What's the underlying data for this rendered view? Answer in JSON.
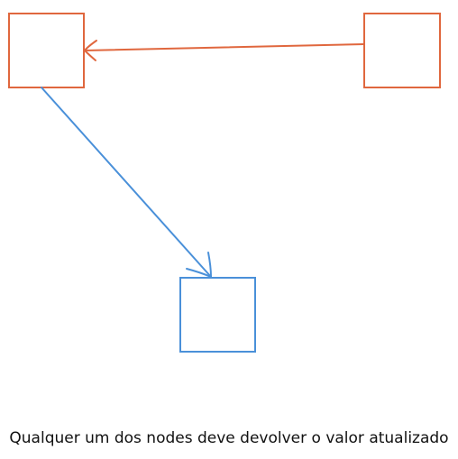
{
  "caption": "Qualquer um dos nodes deve devolver o valor atualizado",
  "colors": {
    "orange": "#e0673e",
    "blue": "#4a90d9",
    "text": "#111111",
    "background": "#ffffff"
  },
  "nodes": [
    {
      "id": "node-top-left",
      "color": "orange"
    },
    {
      "id": "node-top-right",
      "color": "orange"
    },
    {
      "id": "node-bottom",
      "color": "blue"
    }
  ],
  "edges": [
    {
      "from": "node-top-right",
      "to": "node-top-left",
      "color": "orange"
    },
    {
      "from": "node-top-left",
      "to": "node-bottom",
      "color": "blue"
    }
  ]
}
